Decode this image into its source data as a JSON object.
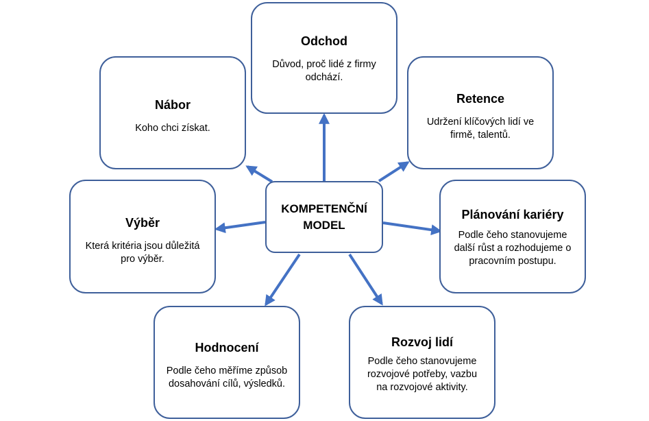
{
  "center": {
    "line1": "KOMPETENČNÍ",
    "line2": "MODEL"
  },
  "colors": {
    "border": "#3e5f9a",
    "arrow": "#4472c4"
  },
  "nodes": {
    "odchod": {
      "title": "Odchod",
      "desc": "Důvod, proč lidé  z firmy odchází."
    },
    "nabor": {
      "title": "Nábor",
      "desc": "Koho chci získat."
    },
    "retence": {
      "title": "Retence",
      "desc": "Udržení klíčových lidí ve firmě, talentů."
    },
    "vyber": {
      "title": "Výběr",
      "desc": "Která kritéria jsou důležitá pro výběr."
    },
    "planovani": {
      "title": "Plánování kariéry",
      "desc": "Podle čeho stanovujeme další růst a rozhodujeme o pracovním postupu."
    },
    "hodnoceni": {
      "title": "Hodnocení",
      "desc": "Podle čeho měříme způsob dosahování cílů, výsledků."
    },
    "rozvoj": {
      "title": "Rozvoj lidí",
      "desc": "Podle čeho stanovujeme rozvojové potřeby, vazbu na rozvojové aktivity."
    }
  }
}
